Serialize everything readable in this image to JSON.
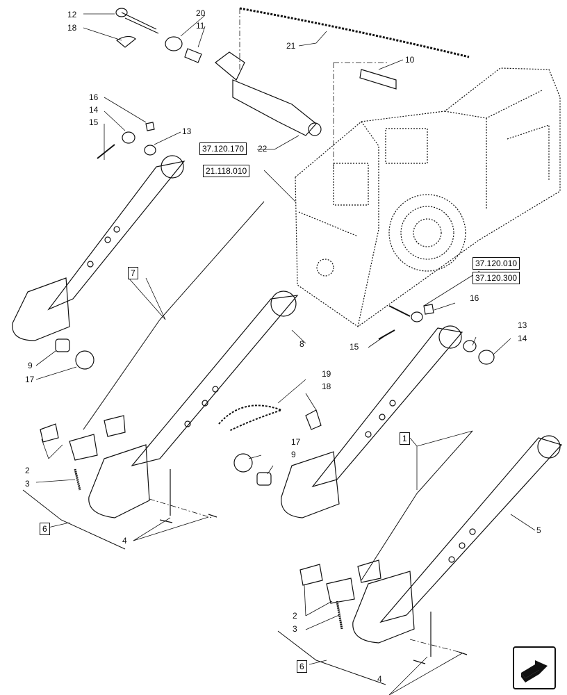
{
  "diagram": {
    "callouts": [
      "1",
      "2",
      "3",
      "4",
      "5",
      "6",
      "7",
      "8",
      "9",
      "10",
      "11",
      "12",
      "13",
      "14",
      "15",
      "16",
      "17",
      "18",
      "19",
      "20",
      "21",
      "22"
    ],
    "references": [
      "37.120.170",
      "21.118.010",
      "37.120.010",
      "37.120.300"
    ],
    "nav_icon": "arrow-navigation-icon",
    "line_color": "#111111",
    "background": "#ffffff"
  }
}
